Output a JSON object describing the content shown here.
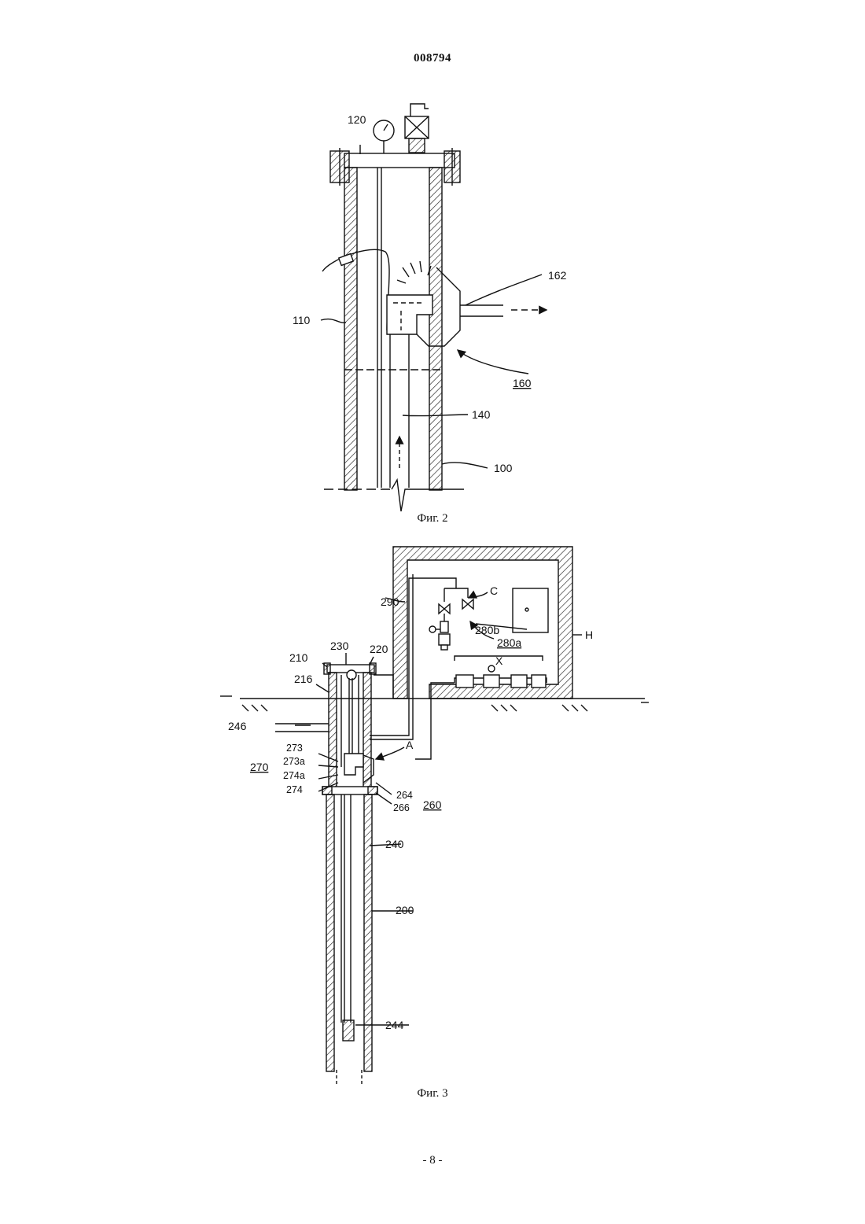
{
  "header": {
    "doc_number": "008794"
  },
  "footer": {
    "page_number": "- 8 -"
  },
  "figure2": {
    "caption": "Фиг. 2",
    "labels": {
      "l120": "120",
      "l110": "110",
      "l162": "162",
      "l160": "160",
      "l140": "140",
      "l100": "100"
    }
  },
  "figure3": {
    "caption": "Фиг. 3",
    "labels": {
      "l290": "290",
      "lC": "C",
      "l280b": "280b",
      "lH": "H",
      "l280a": "280a",
      "lX": "X",
      "l230": "230",
      "l220": "220",
      "l210": "210",
      "l216": "216",
      "l246": "246",
      "lA": "A",
      "l273": "273",
      "l273a": "273a",
      "l270": "270",
      "l274a": "274a",
      "l274": "274",
      "l264": "264",
      "l266": "266",
      "l260": "260",
      "l240": "240",
      "l200": "200",
      "l244": "244"
    }
  }
}
